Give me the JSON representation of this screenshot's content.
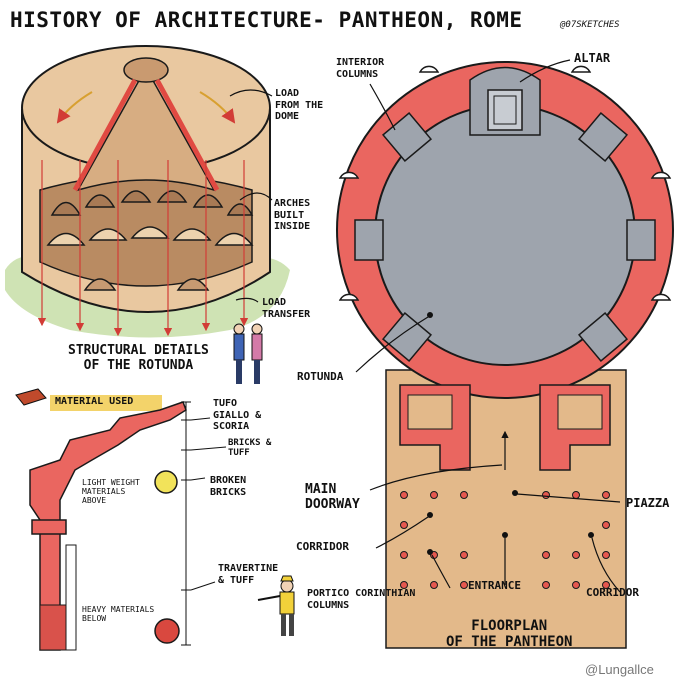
{
  "title": "HISTORY OF ARCHITECTURE- PANTHEON, ROME",
  "handle": "@07SKETCHES",
  "watermark": "@Lungallce",
  "colors": {
    "wall_red": "#ea6660",
    "stone_tan": "#e9c8a0",
    "floor_grey": "#9ea4ad",
    "portico_tan": "#e3b98a",
    "grass": "#cfe3b4",
    "yellow_ball": "#f2e35a",
    "red_ball": "#d9483f",
    "outline": "#1a1a1a"
  },
  "rotunda_section": {
    "caption": "STRUCTURAL DETAILS\nOF THE ROTUNDA",
    "labels": {
      "load_dome": "LOAD\nFROM THE\nDOME",
      "arches": "ARCHES\nBUILT\nINSIDE",
      "load_transfer": "LOAD\nTRANSFER"
    }
  },
  "material_section": {
    "badge": "MATERIAL USED",
    "labels": {
      "tufo": "TUFO\nGIALLO &\nSCORIA",
      "bricks_tuff": "BRICKS &\nTUFF",
      "broken_bricks": "BROKEN\nBRICKS",
      "travertine": "TRAVERTINE\n& TUFF",
      "light_weight": "LIGHT WEIGHT\nMATERIALS\nABOVE",
      "heavy": "HEAVY MATERIALS\nBELOW"
    }
  },
  "floorplan": {
    "caption": "FLOORPLAN\nOF THE PANTHEON",
    "labels": {
      "interior_columns": "INTERIOR\nCOLUMNS",
      "altar": "ALTAR",
      "rotunda": "ROTUNDA",
      "main_doorway": "MAIN\nDOORWAY",
      "piazza": "PIAZZA",
      "corridor_left": "CORRIDOR",
      "corridor_right": "CORRIDOR",
      "entrance": "ENTRANCE",
      "portico": "PORTICO CORINTHIAN\nCOLUMNS"
    }
  }
}
